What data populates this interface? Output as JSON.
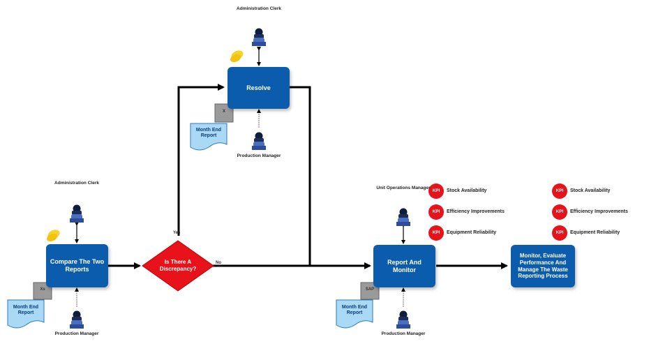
{
  "nodes": {
    "compare": {
      "label": "Compare The Two Reports"
    },
    "resolve": {
      "label": "Resolve"
    },
    "report": {
      "label": "Report And Monitor"
    },
    "monitor": {
      "label": "Monitor, Evaluate Performance And Manage The Waste Reporting Process"
    },
    "decision": {
      "label": "Is There A Discrepancy?"
    }
  },
  "edge_labels": {
    "yes": "Yes",
    "no": "No"
  },
  "roles": {
    "admin_clerk": "Administration Clerk",
    "production_manager": "Production Manager",
    "unit_ops_manager": "Unit Operations Manager"
  },
  "documents": {
    "month_end_report": "Month End Report"
  },
  "system_tags": {
    "compare": "Xs",
    "resolve": "X",
    "report": "SAP"
  },
  "kpi": {
    "badge": "KPI",
    "items": [
      "Stock Availability",
      "Efficiency Improvements",
      "Equipment Reliability"
    ]
  },
  "colors": {
    "process_box": "#0b5cad",
    "decision": "#e8121b",
    "kpi": "#e8121b",
    "document": "#a9d9f5",
    "arrow": "#000000",
    "note": "#f6d32a"
  }
}
